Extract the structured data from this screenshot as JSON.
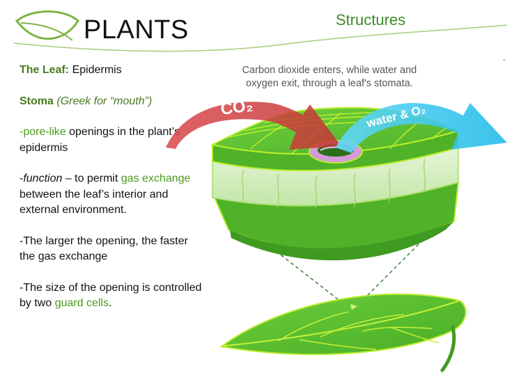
{
  "header": {
    "title": "PLANTS",
    "subtitle": "Structures",
    "stray_mark": "-"
  },
  "body": {
    "heading_bold": "The Leaf:",
    "heading_rest": " Epidermis",
    "stoma_label": "Stoma",
    "stoma_note": "(Greek for “mouth”)",
    "p1_highlight": "-pore-like",
    "p1_rest": " openings in the plant’s epidermis",
    "p2_dash": "-",
    "p2_func": "function",
    "p2_mid": " – to permit ",
    "p2_gas": "gas exchange",
    "p2_rest": " between the leaf’s interior and external environment.",
    "p3": "-The larger the opening, the faster the gas exchange",
    "p4_start": "-The size of the opening is controlled by two ",
    "p4_guard": "guard cells",
    "p4_end": "."
  },
  "diagram": {
    "caption_line1": "Carbon dioxide enters, while water and",
    "caption_line2": "oxygen exit, through a leaf's stomata.",
    "co2_label": "CO₂",
    "water_label": "water & O₂",
    "colors": {
      "leaf_green": "#5cc130",
      "vein_lime": "#b8ee2a",
      "co2_arrow": "#cc3a3a",
      "water_arrow": "#2ec5ee",
      "stoma_pink": "#d59ad8"
    }
  }
}
